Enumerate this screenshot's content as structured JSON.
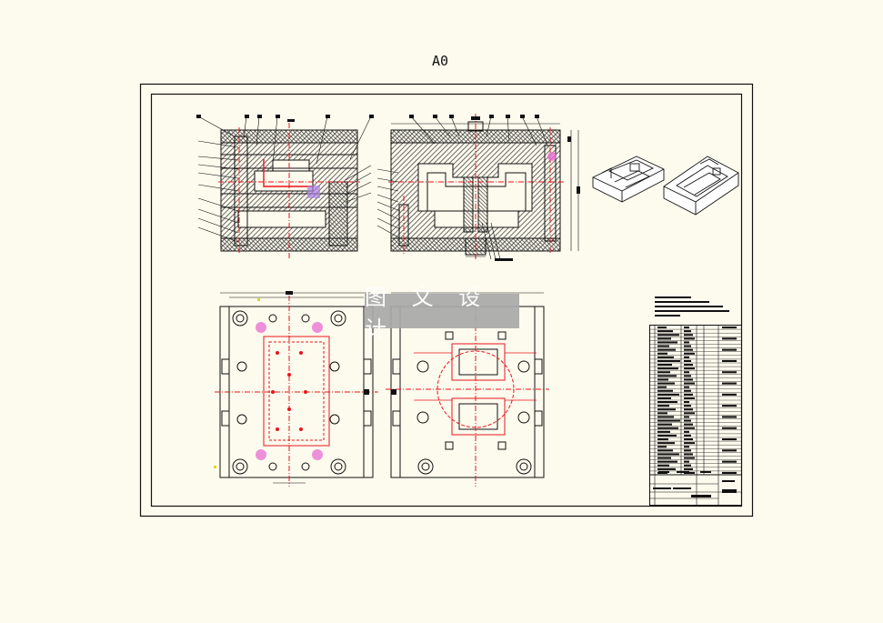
{
  "sheet": {
    "size_label": "A0",
    "watermark_text": "图 文 设 计"
  },
  "colors": {
    "background": "#fdfbee",
    "line": "#111111",
    "section_hatch": "#555555",
    "centerline": "#e8141c",
    "accent_pink": "#e86bd3",
    "accent_yellow": "#e6d31c",
    "watermark_bg": "#a9a9a9"
  },
  "views": [
    {
      "name": "section-view-left"
    },
    {
      "name": "section-view-right"
    },
    {
      "name": "isometric-part-views"
    },
    {
      "name": "plan-view-fixed-half"
    },
    {
      "name": "plan-view-moving-half"
    },
    {
      "name": "parts-list-and-title-block"
    }
  ]
}
